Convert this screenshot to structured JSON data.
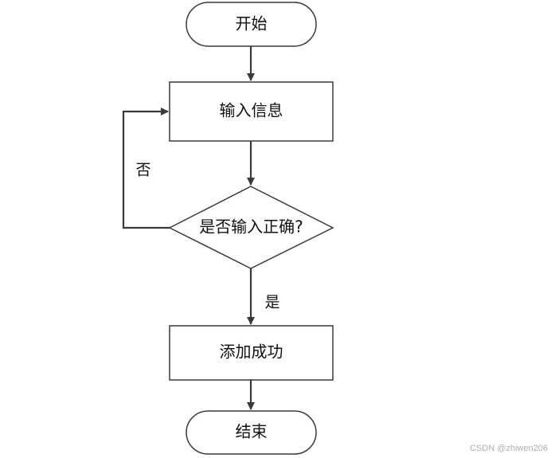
{
  "nodes": {
    "start": "开始",
    "input": "输入信息",
    "check": "是否输入正确?",
    "success": "添加成功",
    "end": "结束"
  },
  "edges": {
    "no_label": "否",
    "yes_label": "是"
  },
  "watermark": "CSDN @zhiwen206"
}
